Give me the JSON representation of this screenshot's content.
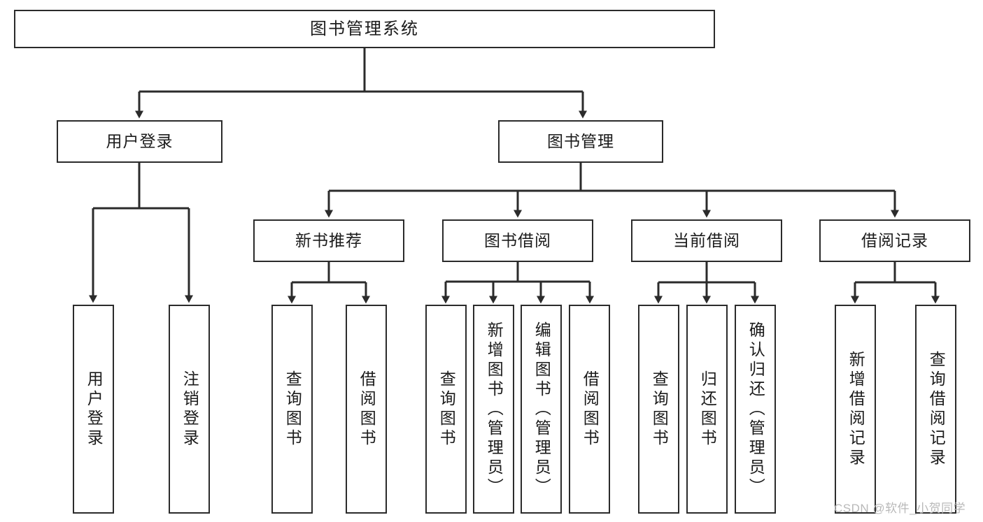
{
  "diagram": {
    "title_node": {
      "label": "图书管理系统"
    },
    "watermark": "CSDN @软件_小贺同学",
    "colors": {
      "background": "#ffffff",
      "box_border": "#2b2b2b",
      "box_fill": "#ffffff",
      "connector": "#2b2b2b",
      "text": "#1b1b1b",
      "watermark": "#b9b9b9"
    },
    "level1": [
      {
        "label": "用户登录"
      },
      {
        "label": "图书管理"
      }
    ],
    "level2": [
      {
        "label": "新书推荐"
      },
      {
        "label": "图书借阅"
      },
      {
        "label": "当前借阅"
      },
      {
        "label": "借阅记录"
      }
    ],
    "leaves": {
      "user_login": [
        {
          "label": "用户登录"
        },
        {
          "label": "注销登录"
        }
      ],
      "new_book_recommend": [
        {
          "label": "查询图书"
        },
        {
          "label": "借阅图书"
        }
      ],
      "book_borrow": [
        {
          "label": "查询图书"
        },
        {
          "label": "新增图书（管理员）"
        },
        {
          "label": "编辑图书（管理员）"
        },
        {
          "label": "借阅图书"
        }
      ],
      "current_borrow": [
        {
          "label": "查询图书"
        },
        {
          "label": "归还图书"
        },
        {
          "label": "确认归还（管理员）"
        }
      ],
      "borrow_record": [
        {
          "label": "新增借阅记录"
        },
        {
          "label": "查询借阅记录"
        }
      ]
    }
  }
}
